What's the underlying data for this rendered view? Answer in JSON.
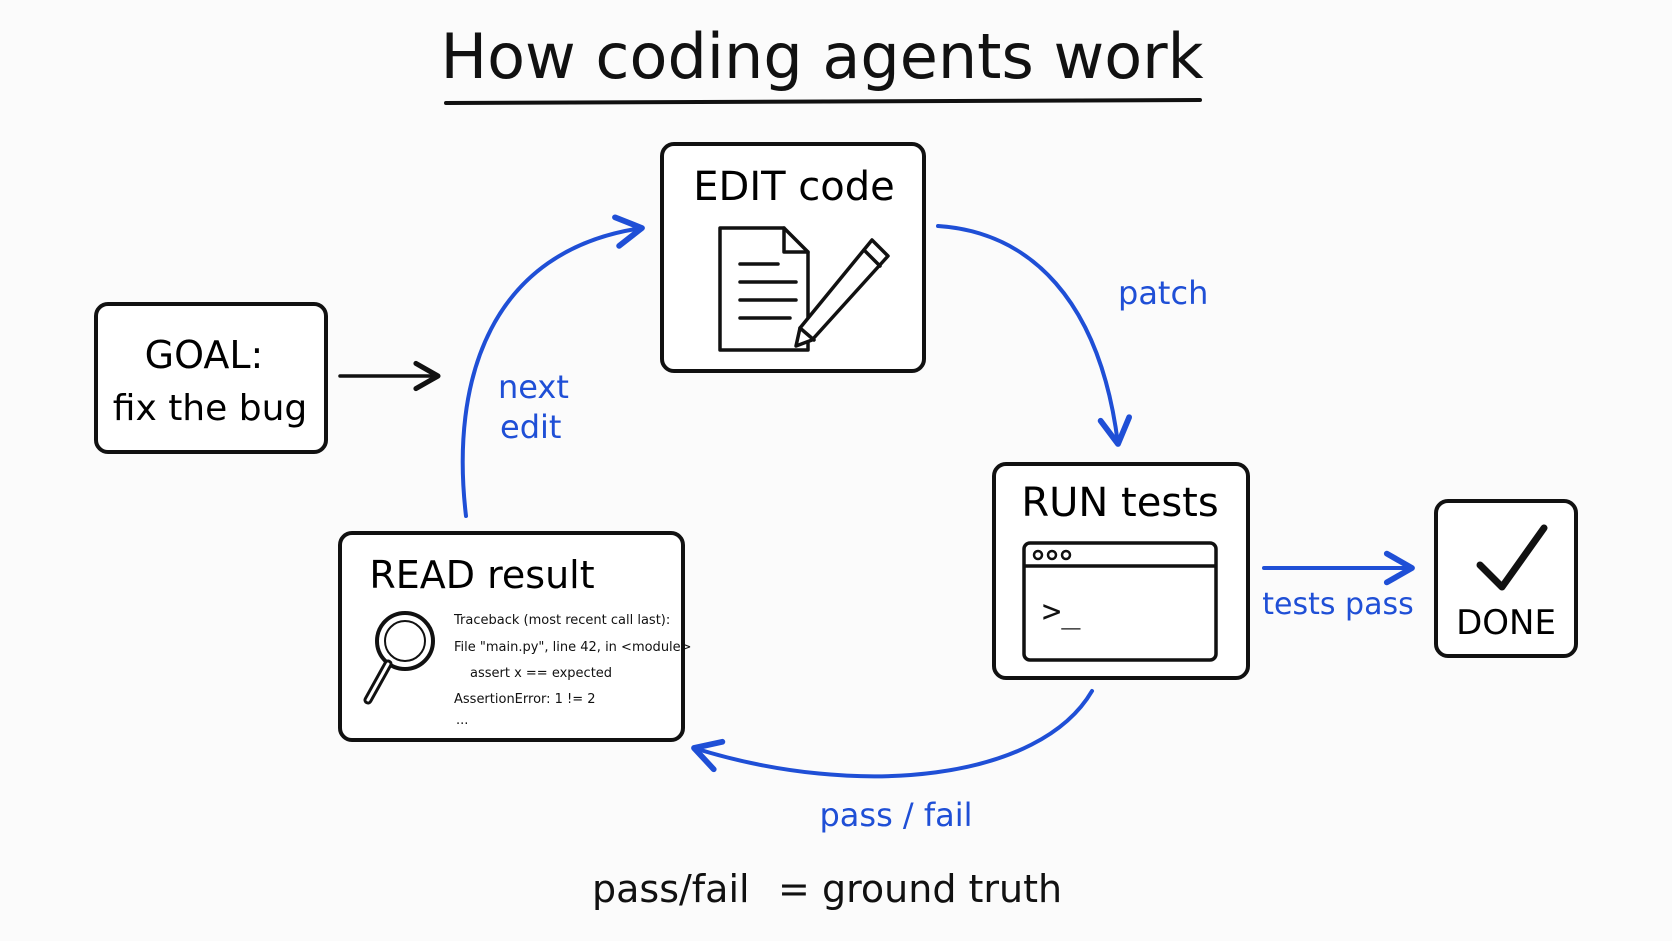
{
  "title": "How coding agents work",
  "colors": {
    "ink": "#111111",
    "accent": "#1f4fd6",
    "background": "#fbfbfb"
  },
  "nodes": {
    "goal": {
      "line1": "GOAL:",
      "line2": "fix the bug"
    },
    "edit": {
      "label": "EDIT code",
      "icon": "document-pencil-icon"
    },
    "run": {
      "label": "RUN tests",
      "icon": "terminal-window-icon",
      "prompt": ">_"
    },
    "read": {
      "label": "READ result",
      "icon": "magnifier-icon",
      "traceback": [
        "Traceback (most recent call last):",
        "File \"main.py\", line 42, in <module>",
        "  assert x == expected",
        "AssertionError: 1 != 2",
        "..."
      ]
    },
    "done": {
      "label": "DONE",
      "icon": "checkmark-icon"
    }
  },
  "edges": {
    "patch": "patch",
    "pass_fail": "pass / fail",
    "next_edit_1": "next",
    "next_edit_2": "edit",
    "tests_pass": "tests pass"
  },
  "footer": {
    "left": "pass/fail",
    "eq": "=",
    "right": "ground truth"
  }
}
